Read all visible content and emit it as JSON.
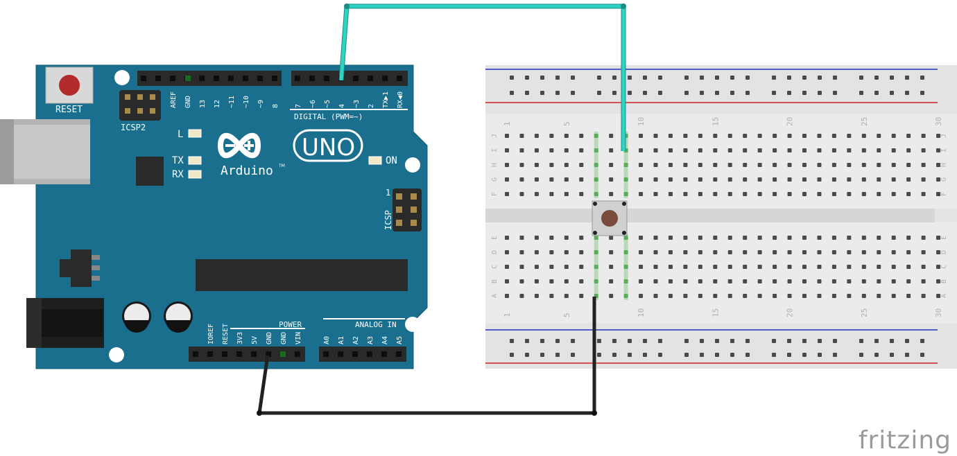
{
  "board": {
    "reset_label": "RESET",
    "icsp2_label": "ICSP2",
    "icsp_label": "ICSP",
    "icsp_pin1": "1",
    "led_l": "L",
    "led_tx": "TX",
    "led_rx": "RX",
    "led_on": "ON",
    "logo_model": "UNO",
    "logo_brand": "Arduino",
    "logo_tm": "TM",
    "digital_label": "DIGITAL (PWM=~)",
    "power_label": "POWER",
    "analog_label": "ANALOG IN",
    "top_pins_left": [
      "AREF",
      "GND",
      "13",
      "12",
      "~11",
      "~10",
      "~9",
      "8"
    ],
    "top_pins_right": [
      "7",
      "~6",
      "~5",
      "4",
      "~3",
      "2",
      "TX▶1",
      "RX◀0"
    ],
    "power_pins": [
      "IOREF",
      "RESET",
      "3V3",
      "5V",
      "GND",
      "GND",
      "VIN"
    ],
    "analog_pins": [
      "A0",
      "A1",
      "A2",
      "A3",
      "A4",
      "A5"
    ]
  },
  "breadboard": {
    "row_letters_top": [
      "J",
      "I",
      "H",
      "G",
      "F"
    ],
    "row_letters_bottom": [
      "E",
      "D",
      "C",
      "B",
      "A"
    ],
    "column_numbers": [
      "1",
      "5",
      "10",
      "15",
      "20",
      "25",
      "30"
    ]
  },
  "wires": [
    {
      "name": "digital-4-wire",
      "color": "#2fd3c3"
    },
    {
      "name": "gnd-wire",
      "color": "#222222"
    }
  ],
  "watermark": "fritzing"
}
